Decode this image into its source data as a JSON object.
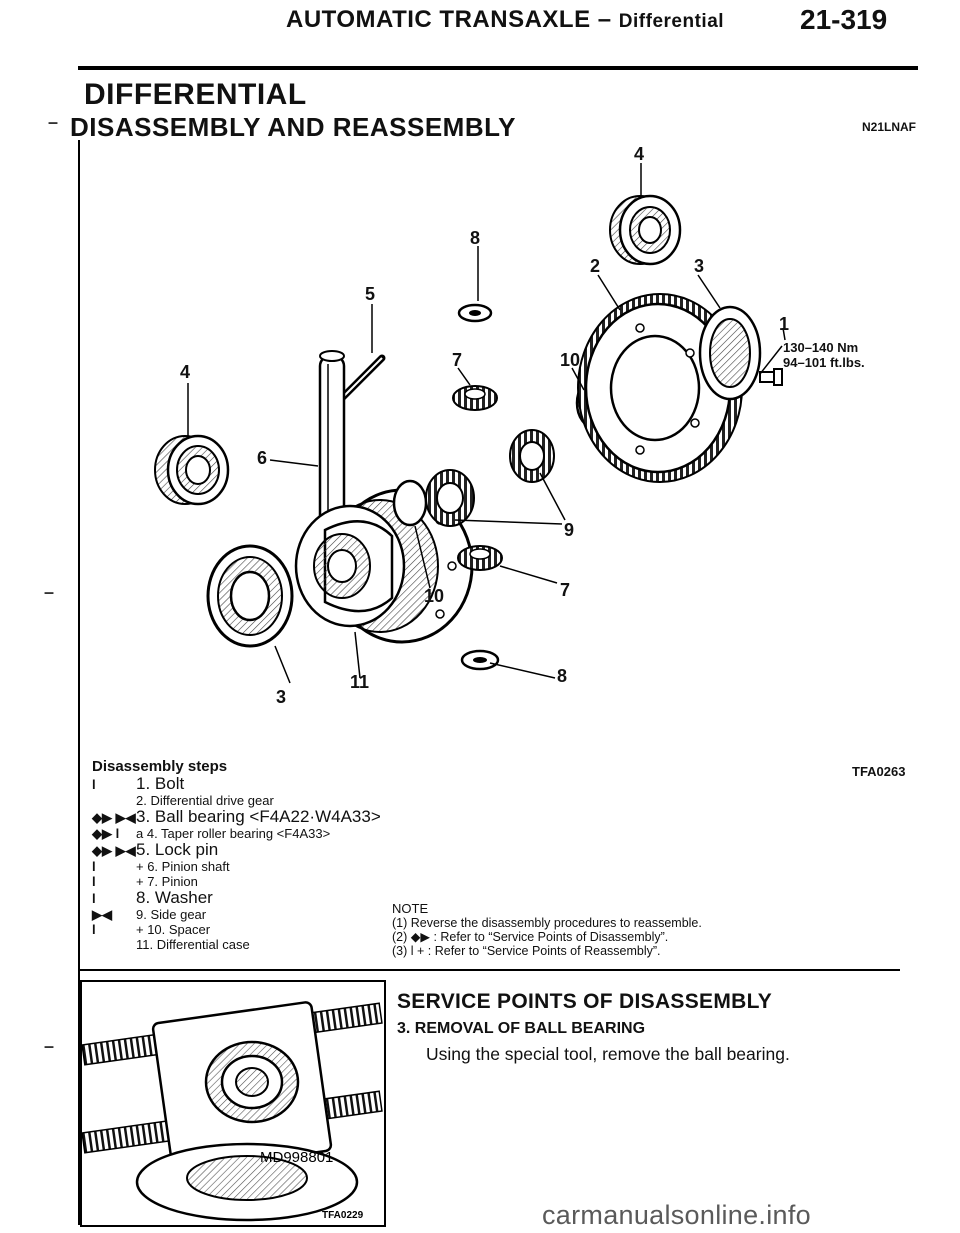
{
  "header": {
    "title_main": "AUTOMATIC TRANSAXLE – ",
    "title_sub": "Differential",
    "page_number": "21-319"
  },
  "section": {
    "title": "DIFFERENTIAL",
    "subtitle": "DISASSEMBLY AND REASSEMBLY",
    "code": "N21LNAF"
  },
  "figure": {
    "callouts": [
      "4",
      "8",
      "2",
      "3",
      "5",
      "1",
      "7",
      "10",
      "4",
      "6",
      "9",
      "7",
      "10",
      "8",
      "3",
      "11"
    ],
    "torque_line1": "130–140 Nm",
    "torque_line2": "94–101 ft.lbs.",
    "code": "TFA0263"
  },
  "steps": {
    "heading": "Disassembly steps",
    "items": [
      {
        "marker": "l",
        "text": "1. Bolt"
      },
      {
        "marker": "",
        "text": "2. Differential drive gear"
      },
      {
        "marker": "◆▶ ▶◀",
        "text": "3. Ball bearing <F4A22·W4A33>"
      },
      {
        "marker": "◆▶ l",
        "text": "a  4. Taper roller bearing <F4A33>"
      },
      {
        "marker": "◆▶ ▶◀",
        "text": "5. Lock pin"
      },
      {
        "marker": "l",
        "text": "+ 6. Pinion shaft"
      },
      {
        "marker": "l",
        "text": "+ 7. Pinion"
      },
      {
        "marker": "l",
        "text": "8. Washer"
      },
      {
        "marker": "▶◀",
        "text": "9. Side gear"
      },
      {
        "marker": "l",
        "text": "+ 10. Spacer"
      },
      {
        "marker": "",
        "text": "11. Differential case"
      }
    ]
  },
  "note": {
    "heading": "NOTE",
    "lines": [
      "(1) Reverse the disassembly procedures to reassemble.",
      "(2) ◆▶ : Refer to “Service Points of Disassembly”.",
      "(3)  l  + : Refer to “Service Points of Reassembly”."
    ]
  },
  "photo": {
    "tool_label": "MD998801",
    "code": "TFA0229"
  },
  "service": {
    "title": "SERVICE POINTS OF DISASSEMBLY",
    "subtitle": "3. REMOVAL OF BALL BEARING",
    "text": "Using the special tool, remove the ball bearing."
  },
  "watermark": "carmanualsonline.info",
  "margin_marks": [
    "–",
    "–",
    "–"
  ]
}
